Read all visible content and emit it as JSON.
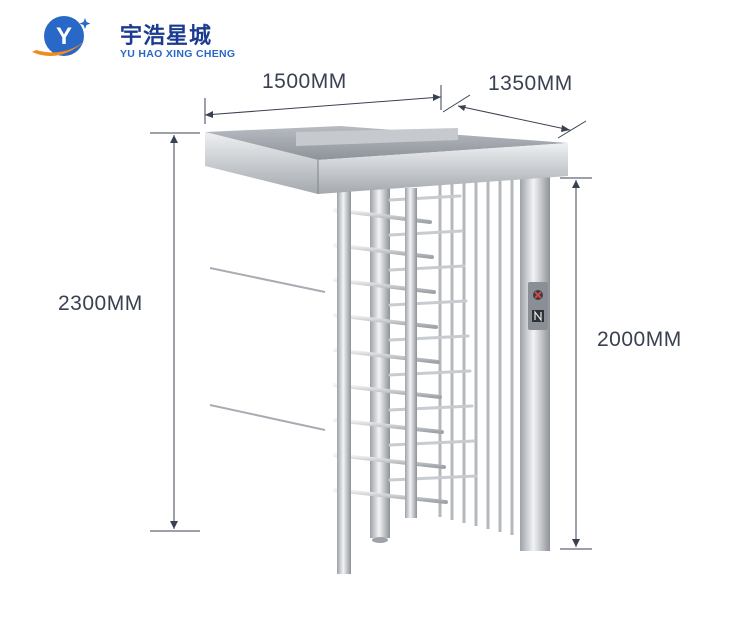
{
  "brand": {
    "name_cn": "宇浩星城",
    "name_en": "YU HAO XING CHENG",
    "logo_letter": "Y",
    "colors": {
      "primary": "#1a3b8f",
      "accent": "#2a68c8",
      "swoosh": "#f28a1e"
    }
  },
  "dimensions": {
    "width": "1500MM",
    "depth": "1350MM",
    "total_height": "2300MM",
    "passage_height": "2000MM"
  },
  "product": {
    "icons": [
      "stop-indicator-icon",
      "card-reader-icon"
    ]
  }
}
